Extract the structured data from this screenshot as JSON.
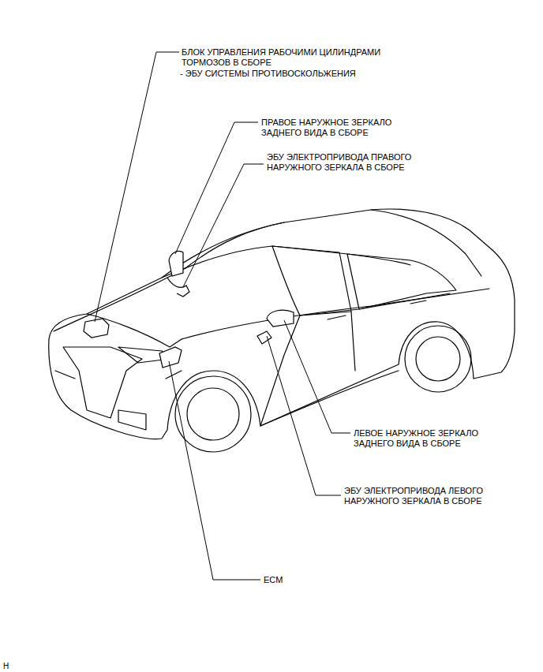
{
  "diagram": {
    "labels": [
      "БЛОК УПРАВЛЕНИЯ РАБОЧИМИ ЦИЛИНДРАМИ ТОРМОЗОВ В СБОРЕ",
      "- ЭБУ СИСТЕМЫ ПРОТИВОСКОЛЬЖЕНИЯ",
      "ПРАВОЕ НАРУЖНОЕ ЗЕРКАЛО ЗАДНЕГО ВИДА В СБОРЕ",
      "ЭБУ ЭЛЕКТРОПРИВОДА ПРАВОГО НАРУЖНОГО ЗЕРКАЛА В СБОРЕ",
      "ЛЕВОЕ НАРУЖНОЕ ЗЕРКАЛО ЗАДНЕГО ВИДА В СБОРЕ",
      "ЭБУ ЭЛЕКТРОПРИВОДА ЛЕВОГО НАРУЖНОГО ЗЕРКАЛА В СБОРЕ",
      "ECM",
      "H"
    ]
  }
}
